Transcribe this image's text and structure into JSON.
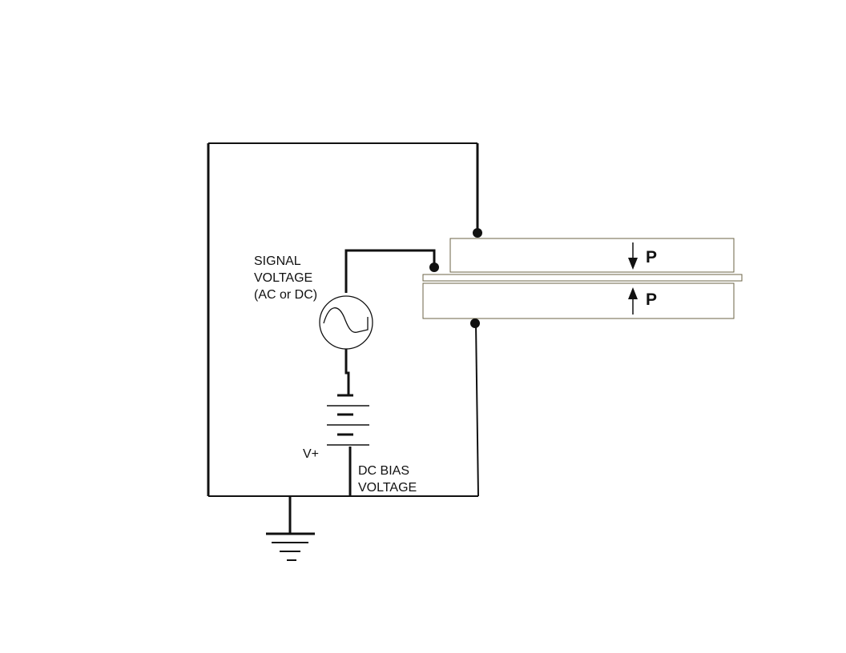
{
  "labels": {
    "signal_voltage": [
      "SIGNAL",
      "VOLTAGE",
      "(AC or DC)"
    ],
    "dc_bias_voltage": [
      "DC BIAS",
      "VOLTAGE"
    ],
    "v_plus": "V+",
    "polarization_top": "P",
    "polarization_bottom": "P"
  },
  "colors": {
    "wire": "#111111",
    "layer_border": "#6b6344"
  },
  "icons": {
    "signal_source": "ac-source-icon",
    "battery": "battery-icon",
    "ground": "ground-icon"
  }
}
